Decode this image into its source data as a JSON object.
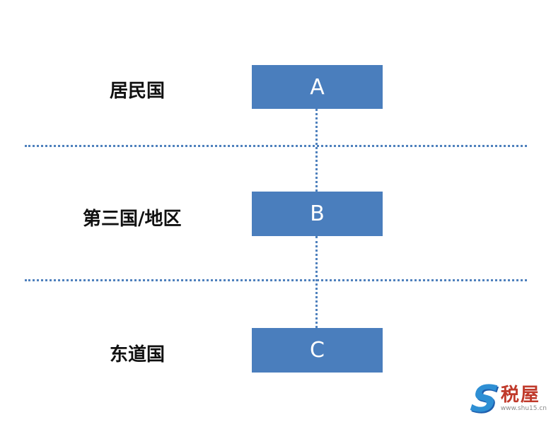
{
  "diagram": {
    "type": "flow-diagram",
    "rows": [
      {
        "label": "居民国",
        "box": "A"
      },
      {
        "label": "第三国/地区",
        "box": "B"
      },
      {
        "label": "东道国",
        "box": "C"
      }
    ],
    "connectors": [
      {
        "from": "A",
        "to": "B",
        "style": "dotted-vertical"
      },
      {
        "from": "B",
        "to": "C",
        "style": "dotted-vertical"
      }
    ],
    "dividers": [
      {
        "between": [
          "居民国",
          "第三国/地区"
        ],
        "style": "dotted-horizontal"
      },
      {
        "between": [
          "第三国/地区",
          "东道国"
        ],
        "style": "dotted-horizontal"
      }
    ],
    "colors": {
      "box_fill": "#4A7EBD",
      "box_text": "#ffffff",
      "dotted_line": "#4F81BD",
      "label_text": "#111111"
    }
  },
  "watermark": {
    "logo": "S",
    "name": "税屋",
    "url": "www.shu15.cn",
    "brand_blue": "#2E8FD4",
    "brand_red": "#C03A2B"
  }
}
